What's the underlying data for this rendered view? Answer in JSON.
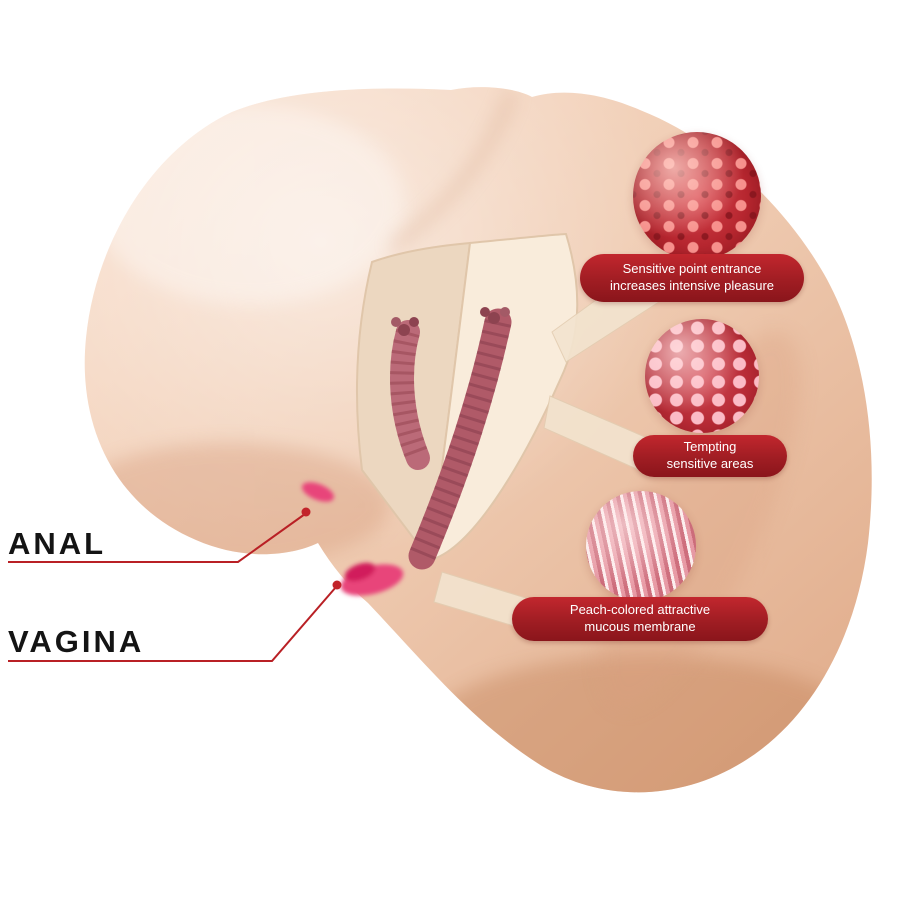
{
  "page": {
    "background": "#ffffff"
  },
  "labels": {
    "anal": "ANAL",
    "vagina": "VAGINA"
  },
  "callouts": [
    {
      "id": "sensitive-point-entrance",
      "text": "Sensitive point entrance\nincreases intensive pleasure"
    },
    {
      "id": "tempting-sensitive-areas",
      "text": "Tempting\nsensitive areas"
    },
    {
      "id": "mucous-membrane",
      "text": "Peach-colored attractive\nmucous membrane"
    }
  ],
  "insets": [
    {
      "name": "sensitive-point-texture-inset"
    },
    {
      "name": "pearl-bumps-texture-inset"
    },
    {
      "name": "mucous-membrane-texture-inset"
    }
  ],
  "colors": {
    "callout_red": "#a01d23",
    "leader_red": "#b92025",
    "skin_light": "#f9e0cf",
    "skin_dark": "#dfa987",
    "accent_pink": "#e8457a",
    "label_text": "#141414",
    "callout_text": "#ffffff"
  }
}
